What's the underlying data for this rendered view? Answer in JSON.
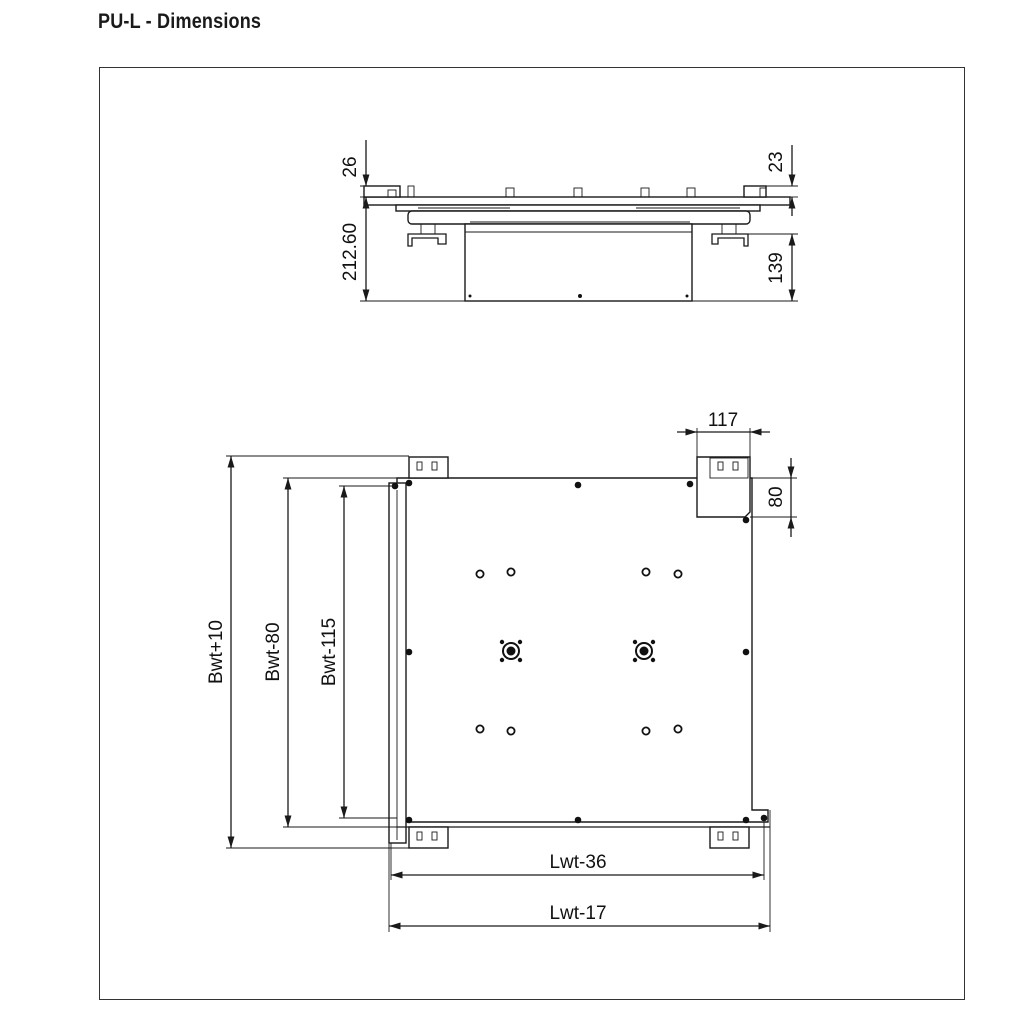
{
  "header": {
    "title": "PU-L - Dimensions"
  },
  "side_view": {
    "dim_top_left": "26",
    "dim_height_left": "212.60",
    "dim_top_right": "23",
    "dim_height_right": "139"
  },
  "top_view": {
    "dim_bracket_width": "117",
    "dim_bracket_height": "80",
    "dim_outer_width": "Bwt+10",
    "dim_mid_width": "Bwt-80",
    "dim_inner_width": "Bwt-115",
    "dim_length_inner": "Lwt-36",
    "dim_length_outer": "Lwt-17"
  },
  "colors": {
    "line": "#1a1a1a",
    "background": "#ffffff"
  }
}
